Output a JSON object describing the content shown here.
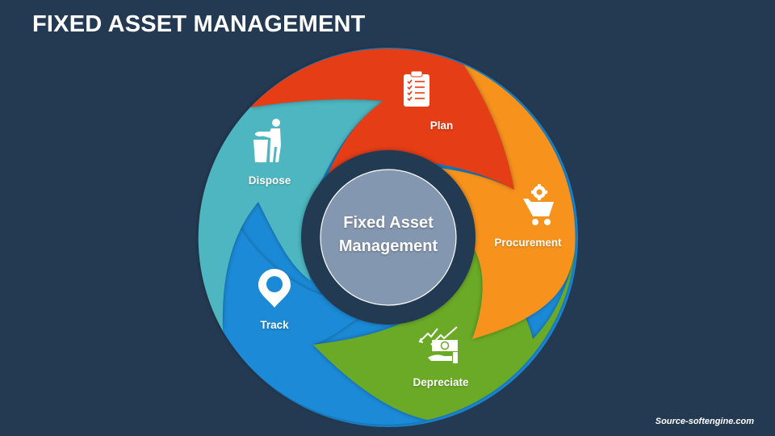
{
  "title": "FIXED ASSET MANAGEMENT",
  "center": {
    "line1": "Fixed Asset",
    "line2": "Management",
    "fill": "#8497b0"
  },
  "segments": [
    {
      "label": "Plan",
      "icon": "clipboard-checklist-icon",
      "color": "#e53c17"
    },
    {
      "label": "Procurement",
      "icon": "shopping-cart-gear-icon",
      "color": "#f7931e"
    },
    {
      "label": "Depreciate",
      "icon": "money-hand-decline-icon",
      "color": "#6aaa27"
    },
    {
      "label": "Track",
      "icon": "location-pin-icon",
      "color": "#1b8ad6"
    },
    {
      "label": "Dispose",
      "icon": "trash-disposal-person-icon",
      "color": "#4db6c0"
    }
  ],
  "footer": {
    "source": "Source-softengine.com"
  },
  "colors": {
    "background": "#243a52",
    "inner_ring": "#243a52"
  }
}
